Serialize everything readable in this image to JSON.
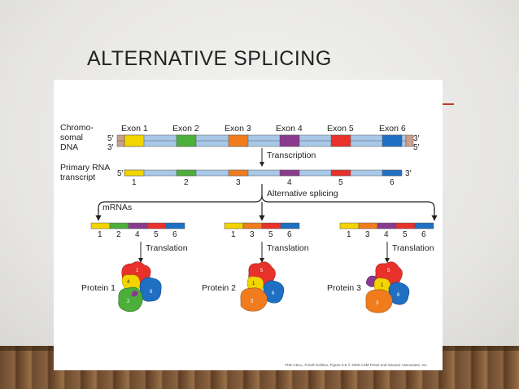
{
  "slide_title": "ALTERNATIVE SPLICING",
  "colors": {
    "accent": "#c0392b",
    "exon1": "#f2d400",
    "exon2": "#4caf3a",
    "exon3": "#f07c1e",
    "exon4": "#8a3a8f",
    "exon5": "#e8312a",
    "exon6": "#1f6fc2",
    "intron": "#a8c8e8",
    "flank": "#c9a08a"
  },
  "diagram": {
    "dna_label": [
      "Chromo-",
      "somal",
      "DNA"
    ],
    "exon_labels": [
      "Exon 1",
      "Exon 2",
      "Exon 3",
      "Exon 4",
      "Exon 5",
      "Exon 6"
    ],
    "dna_left_ends": [
      "5′",
      "3′"
    ],
    "dna_right_ends": [
      "3′",
      "5′"
    ],
    "transcription_label": "Transcription",
    "rna_label": [
      "Primary RNA",
      "transcript"
    ],
    "rna_left_end": "5′",
    "rna_right_end": "3′",
    "rna_numbers": [
      "1",
      "2",
      "3",
      "4",
      "5",
      "6"
    ],
    "splicing_label": "Alternative splicing",
    "mrnas_label": "mRNAs",
    "mrna_numbers": [
      [
        "1",
        "2",
        "4",
        "5",
        "6"
      ],
      [
        "1",
        "3",
        "5",
        "6"
      ],
      [
        "1",
        "3",
        "4",
        "5",
        "6"
      ]
    ],
    "translation_label": "Translation",
    "protein_labels": [
      "Protein 1",
      "Protein 2",
      "Protein 3"
    ],
    "credit": "THE CELL, Fourth Edition, Figure 5.5 © 2006 ASM Press and Sinauer Associates, Inc."
  }
}
